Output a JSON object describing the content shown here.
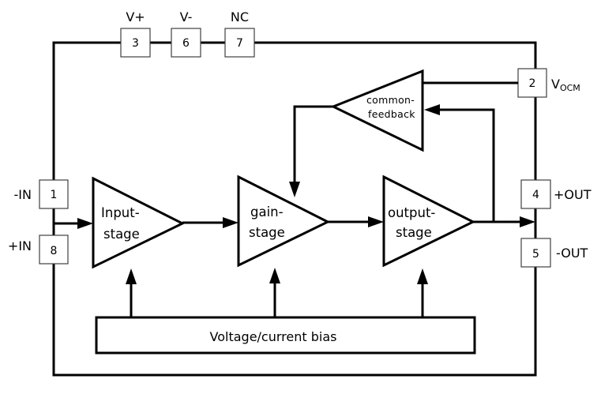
{
  "diagram": {
    "type": "block-diagram",
    "subject": "fully differential amplifier internal block diagram",
    "pins": {
      "v_plus": {
        "number": "3",
        "label": "V+"
      },
      "v_minus": {
        "number": "6",
        "label": "V-"
      },
      "nc": {
        "number": "7",
        "label": "NC"
      },
      "vocm": {
        "number": "2",
        "label_main": "V",
        "label_sub": "OCM"
      },
      "in_minus": {
        "number": "1",
        "label": "-IN"
      },
      "in_plus": {
        "number": "8",
        "label": "+IN"
      },
      "out_plus": {
        "number": "4",
        "label": "+OUT"
      },
      "out_minus": {
        "number": "5",
        "label": "-OUT"
      }
    },
    "blocks": {
      "input_stage": {
        "line1": "Input-",
        "line2": "stage"
      },
      "gain_stage": {
        "line1": "gain-",
        "line2": "stage"
      },
      "output_stage": {
        "line1": "output-",
        "line2": "stage"
      },
      "common_feedback": {
        "line1": "common-",
        "line2": "feedback"
      },
      "bias": {
        "label": "Voltage/current bias"
      }
    },
    "connections": [
      {
        "from": "in_minus/in_plus",
        "to": "input_stage"
      },
      {
        "from": "input_stage",
        "to": "gain_stage"
      },
      {
        "from": "gain_stage",
        "to": "output_stage"
      },
      {
        "from": "output_stage",
        "to": "out_plus/out_minus"
      },
      {
        "from": "output_stage",
        "to": "common_feedback"
      },
      {
        "from": "vocm",
        "to": "common_feedback"
      },
      {
        "from": "common_feedback",
        "to": "gain_stage"
      },
      {
        "from": "bias",
        "to": "input_stage"
      },
      {
        "from": "bias",
        "to": "gain_stage"
      },
      {
        "from": "bias",
        "to": "output_stage"
      }
    ],
    "colors": {
      "stroke": "#000000",
      "pin_border": "#404040",
      "background": "#ffffff"
    }
  }
}
